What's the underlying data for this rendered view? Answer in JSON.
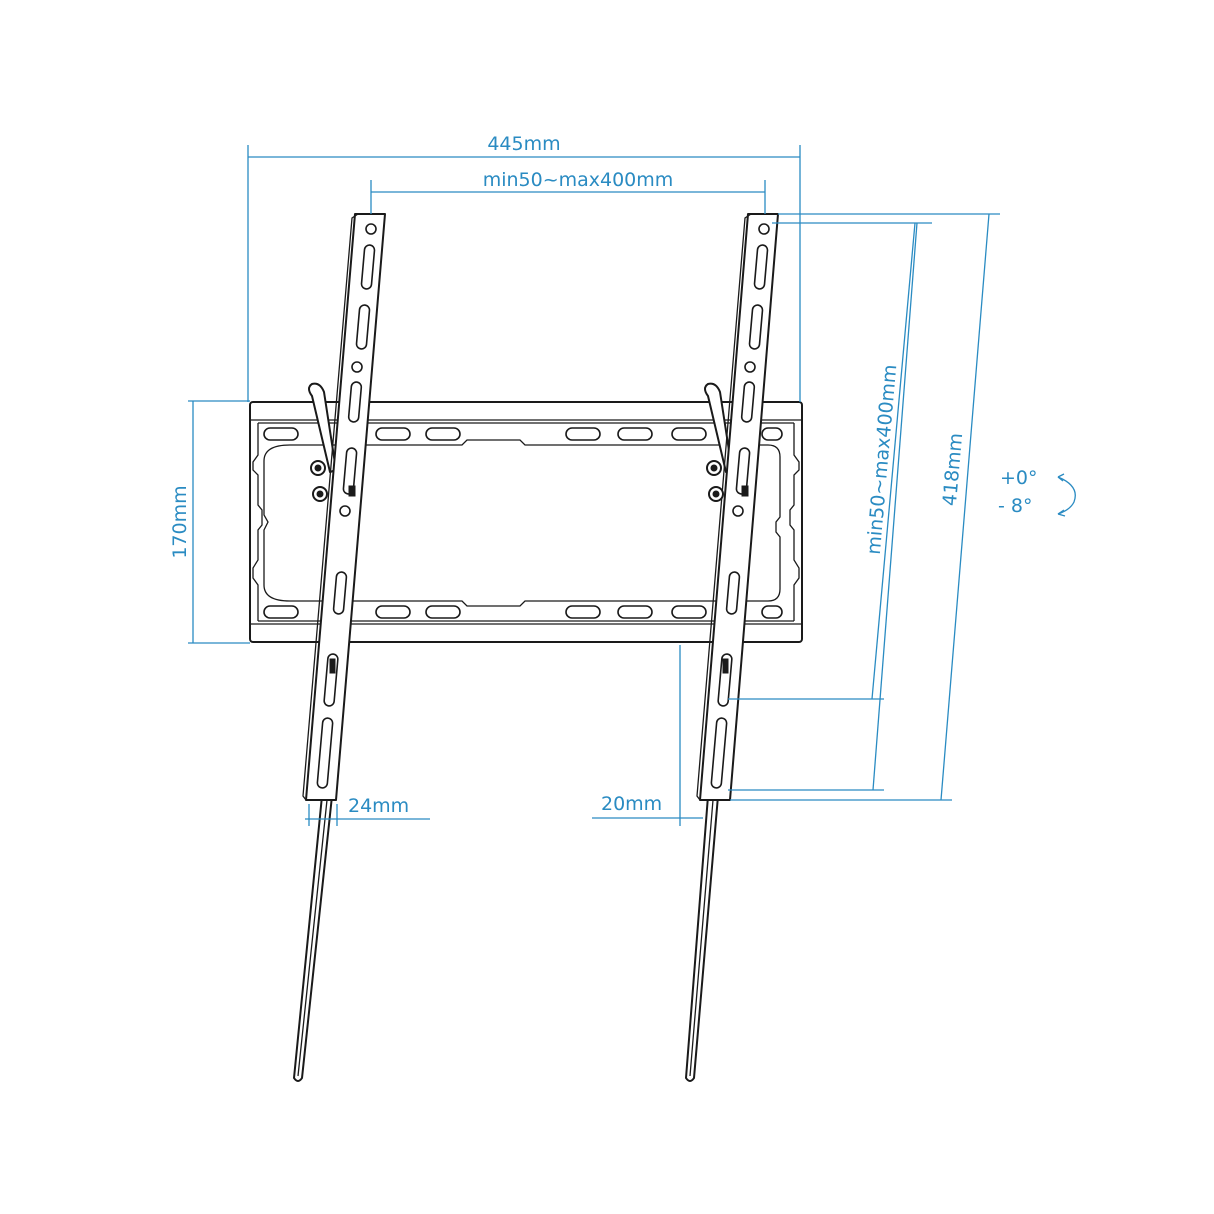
{
  "diagram": {
    "subject": "Tilting TV wall mount bracket",
    "accent_color": "#2a8bc2",
    "line_color": "#1a1a1a",
    "dimensions": {
      "overall_width": "445mm",
      "horizontal_vesa": "min50~max400mm",
      "plate_height": "170mm",
      "vertical_vesa": "min50~max400mm",
      "arm_length": "418mm",
      "left_offset": "24mm",
      "right_offset": "20mm"
    },
    "tilt": {
      "up": "+0°",
      "down": "- 8°",
      "icon": "curved-arrow-icon"
    }
  }
}
